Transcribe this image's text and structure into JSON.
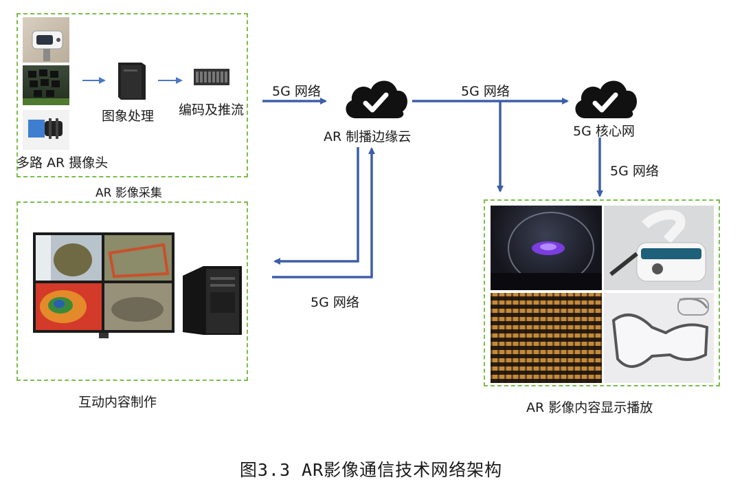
{
  "groups": {
    "capture": "AR 影像采集",
    "production": "互动内容制作",
    "display": "AR 影像内容显示播放"
  },
  "labels": {
    "cameras": "多路 AR 摄像头",
    "image_processing": "图象处理",
    "encoding": "编码及推流",
    "edge_cloud": "AR 制播边缘云",
    "core_network": "5G 核心网"
  },
  "links": {
    "capture_to_edge": "5G 网络",
    "edge_to_core": "5G 网络",
    "core_to_display": "5G 网络",
    "edge_to_production": "5G 网络"
  },
  "caption": "图3.3 AR影像通信技术网络架构",
  "colors": {
    "arrow": "#3d5ea8",
    "small_arrow": "#4a78c8",
    "dashed_border": "#7cbd4a",
    "cloud": "#111111"
  },
  "icons": [
    "cloud-check-icon"
  ]
}
